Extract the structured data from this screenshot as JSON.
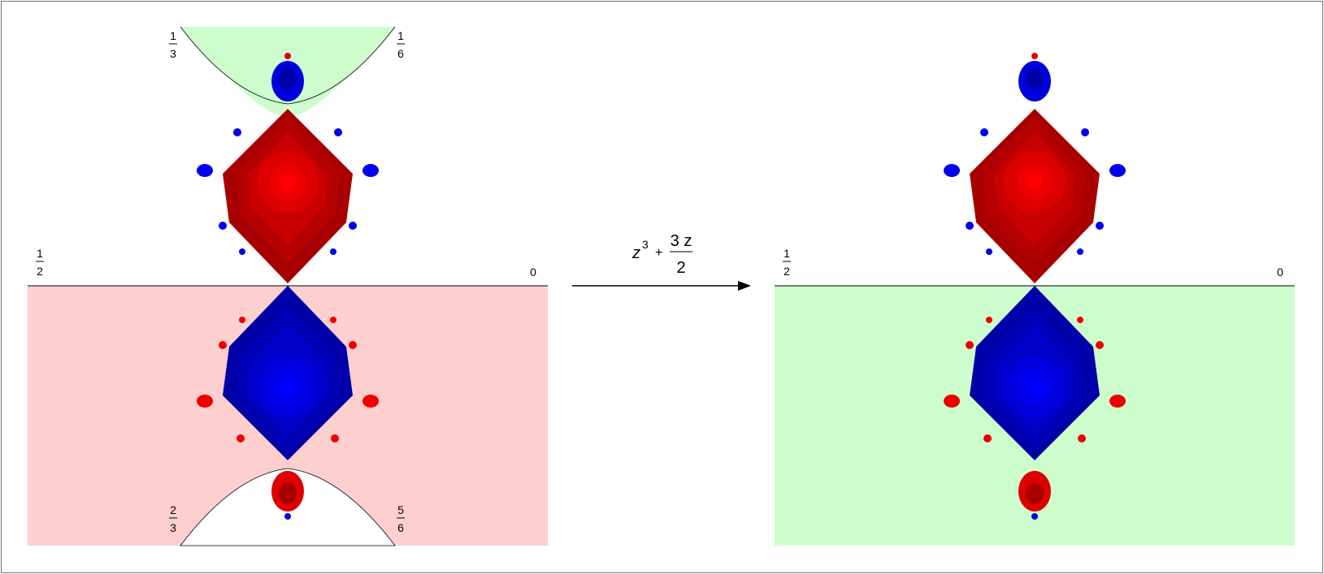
{
  "left_panel": {
    "labels": {
      "top_left": {
        "num": "1",
        "den": "3"
      },
      "top_right": {
        "num": "1",
        "den": "6"
      },
      "mid_left": {
        "num": "1",
        "den": "2"
      },
      "mid_right": "0",
      "bottom_left": {
        "num": "2",
        "den": "3"
      },
      "bottom_right": {
        "num": "5",
        "den": "6"
      }
    },
    "colors": {
      "lower_half_region": "#fdcfcf",
      "top_parabola_region": "#cdfdcd"
    }
  },
  "map": {
    "formula": {
      "var": "z",
      "exp": "3",
      "plus": "+",
      "frac_num": "3 z",
      "frac_den": "2"
    }
  },
  "right_panel": {
    "labels": {
      "mid_left": {
        "num": "1",
        "den": "2"
      },
      "mid_right": "0"
    },
    "colors": {
      "lower_half_region": "#cdfdcd"
    }
  },
  "fractal_colors": {
    "red_shades": [
      "#ff0000",
      "#ee0000",
      "#dd0000",
      "#c80000",
      "#b40000",
      "#a80000"
    ],
    "blue_shades": [
      "#0000ff",
      "#0000ee",
      "#0000dd",
      "#0000c8",
      "#0000b4",
      "#0000a8"
    ],
    "outline": "#000000"
  }
}
